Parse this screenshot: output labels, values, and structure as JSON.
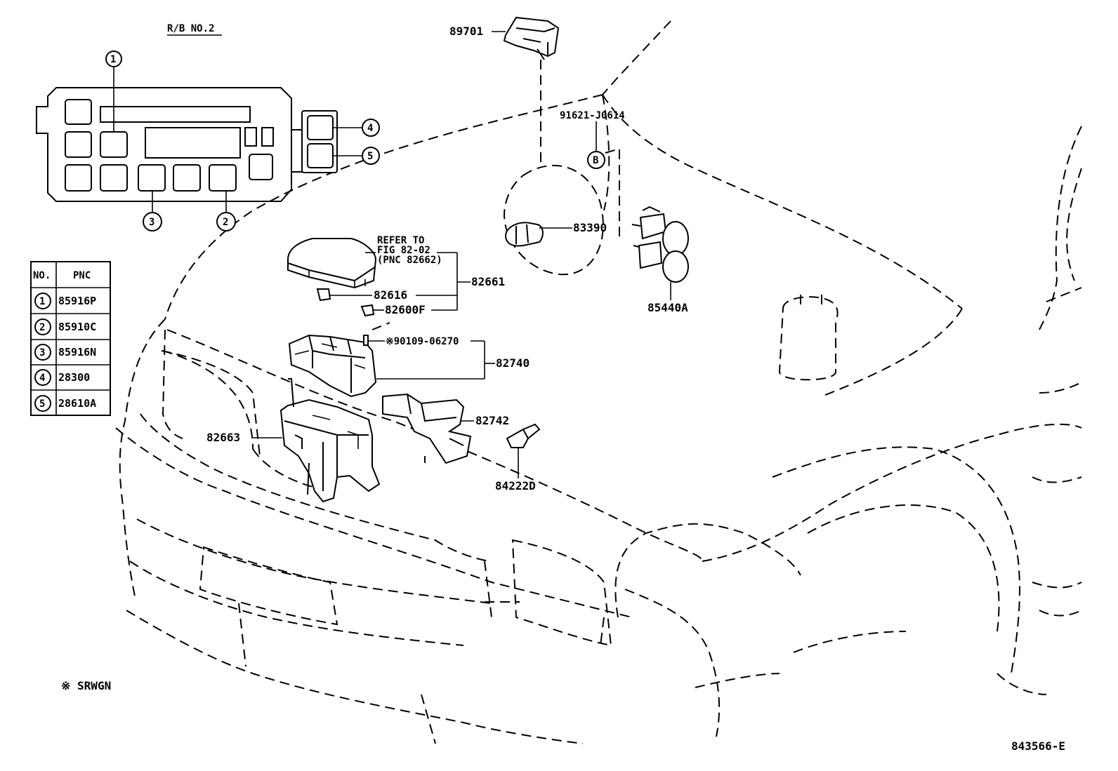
{
  "header": {
    "rb_title": "R/B NO.2"
  },
  "rb_markers": {
    "m1": "1",
    "m2": "2",
    "m3": "3",
    "m4": "4",
    "m5": "5"
  },
  "table": {
    "col_no": "NO.",
    "col_pnc": "PNC",
    "rows": [
      {
        "no": "1",
        "pnc": "85916P"
      },
      {
        "no": "2",
        "pnc": "85910C"
      },
      {
        "no": "3",
        "pnc": "85916N"
      },
      {
        "no": "4",
        "pnc": "28300"
      },
      {
        "no": "5",
        "pnc": "28610A"
      }
    ]
  },
  "callouts": {
    "p89701": "89701",
    "p91621": "91621-J0614",
    "marker_b": "B",
    "p83390": "83390",
    "p85440a": "85440A",
    "refer_line1": "REFER TO",
    "refer_line2": "FIG 82-02",
    "refer_line3": "(PNC 82662)",
    "p82661": "82661",
    "p82616": "82616",
    "p82600f": "82600F",
    "p90109": "※90109-06270",
    "p82740": "82740",
    "p82742": "82742",
    "p82663": "82663",
    "p84222d": "84222D"
  },
  "footnote": "※ SRWGN",
  "figure_id": "843566-E"
}
